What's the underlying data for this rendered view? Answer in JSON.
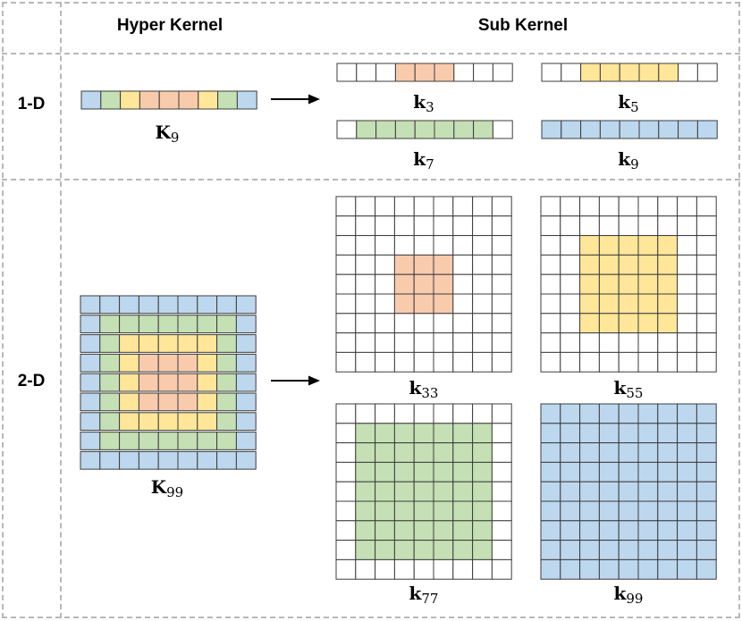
{
  "headers": {
    "hyper": "Hyper Kernel",
    "sub": "Sub Kernel"
  },
  "rows": {
    "one_d": "1-D",
    "two_d": "2-D"
  },
  "colors": {
    "orange": "#f8cbad",
    "yellow": "#ffe699",
    "green": "#c5e0b4",
    "blue": "#bdd7ee",
    "empty": "#ffffff",
    "grid": "#3c3c3c"
  },
  "hyper": {
    "one_d": {
      "symbol": "K",
      "subscript": "9",
      "cells": [
        "blue",
        "green",
        "yellow",
        "orange",
        "orange",
        "orange",
        "yellow",
        "green",
        "blue"
      ]
    },
    "two_d": {
      "symbol": "K",
      "subscript": "99",
      "rings": [
        "orange",
        "yellow",
        "green",
        "blue"
      ]
    }
  },
  "sub_1d": [
    {
      "symbol": "k",
      "subscript": "3",
      "active": 3,
      "color": "orange"
    },
    {
      "symbol": "k",
      "subscript": "5",
      "active": 5,
      "color": "yellow"
    },
    {
      "symbol": "k",
      "subscript": "7",
      "active": 7,
      "color": "green"
    },
    {
      "symbol": "k",
      "subscript": "9",
      "active": 9,
      "color": "blue"
    }
  ],
  "sub_2d": [
    {
      "symbol": "k",
      "subscript": "33",
      "active": 3,
      "color": "orange"
    },
    {
      "symbol": "k",
      "subscript": "55",
      "active": 5,
      "color": "yellow"
    },
    {
      "symbol": "k",
      "subscript": "77",
      "active": 7,
      "color": "green"
    },
    {
      "symbol": "k",
      "subscript": "99",
      "active": 9,
      "color": "blue"
    }
  ]
}
